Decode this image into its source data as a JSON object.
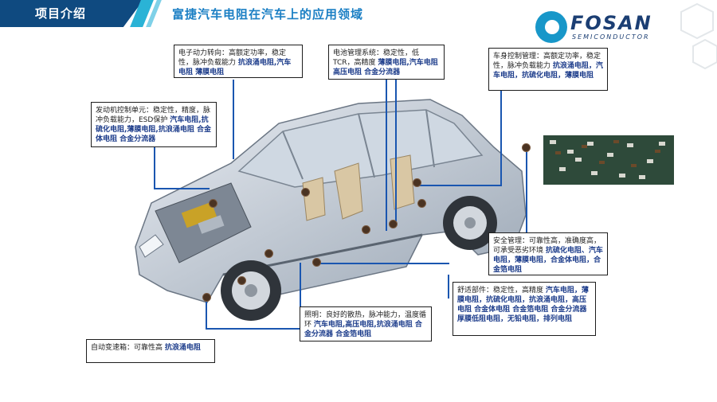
{
  "header": {
    "section_tab": "项目介绍",
    "page_title": "富捷汽车电阻在汽车上的应用领域"
  },
  "logo": {
    "brand": "FOSAN",
    "tagline": "SEMICONDUCTOR"
  },
  "callouts": [
    {
      "id": "power_steering",
      "desc": "电子动力转向：高额定功率，稳定性，脉冲负载能力",
      "products": "抗浪涌电阻,汽车电阻 薄膜电阻"
    },
    {
      "id": "battery_mgmt",
      "desc": "电池管理系统：稳定性，低TCR，高精度",
      "products": "薄膜电阻,汽车电阻 高压电阻 合金分流器"
    },
    {
      "id": "body_control",
      "desc": "车身控制管理：高额定功率，稳定性，脉冲负载能力",
      "products": "抗浪涌电阻，汽车电阻，抗硫化电阻，薄膜电阻"
    },
    {
      "id": "engine_control",
      "desc": "发动机控制单元：稳定性，精度，脉冲负载能力，ESD保护",
      "products": "汽车电阻,抗硫化电阻,薄膜电阻,抗浪涌电阻 合金体电阻 合金分流器"
    },
    {
      "id": "safety",
      "desc": "安全管理：可靠性高，准确度高，可承受恶劣环境",
      "products": "抗硫化电阻、汽车电阻，薄膜电阻，合金体电阻，合金箔电阻"
    },
    {
      "id": "comfort",
      "desc": "舒适部件：稳定性，高精度",
      "products": "汽车电阻，薄膜电阻，抗硫化电阻，抗浪涌电阻，高压电阻 合金体电阻 合金箔电阻 合金分流器 厚膜低阻电阻，无铅电阻，排列电阻"
    },
    {
      "id": "lighting",
      "desc": "照明：良好的散热，脉冲能力，温度循环",
      "products": "汽车电阻,高压电阻,抗浪涌电阻 合金分流器 合金箔电阻"
    },
    {
      "id": "transmission",
      "desc": "自动变速箱：可靠性高",
      "products": "抗浪涌电阻"
    }
  ]
}
